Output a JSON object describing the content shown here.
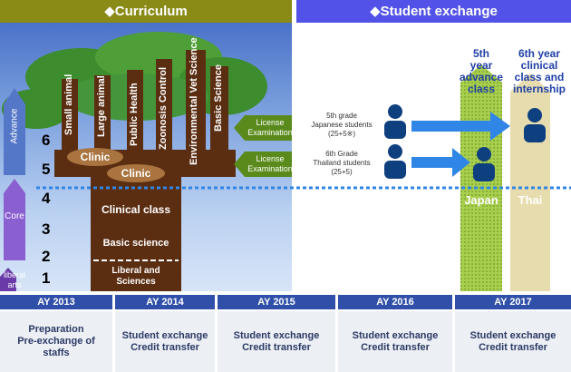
{
  "headers": {
    "curriculum": "◆Curriculum",
    "exchange": "◆Student exchange"
  },
  "grades": [
    "1",
    "2",
    "3",
    "4",
    "5",
    "6"
  ],
  "stages": {
    "advance": "Advance",
    "core": "Core",
    "liberal": "liberal arts"
  },
  "tree": {
    "branches": [
      "Small animal",
      "Large animal",
      "Public Health",
      "Zoonosis Control",
      "Environmental Vet Science",
      "Basic Science"
    ],
    "clinic1": "Clinic",
    "clinic2": "Clinic",
    "trunk": [
      "Clinical class",
      "Basic science",
      "Liberal and Sciences"
    ]
  },
  "license": {
    "upper": "License Examination",
    "lower": "License Examination"
  },
  "students": {
    "japan": [
      "5th grade",
      "Japanese students",
      "(25+5※)"
    ],
    "thailand": [
      "6th Grade",
      "Thailand students",
      "(25+5)"
    ]
  },
  "columns": {
    "japan_title": [
      "5th",
      "year",
      "advance",
      "class"
    ],
    "thai_title": [
      "6th year",
      "clinical",
      "class and",
      "internship"
    ],
    "japan": "Japan",
    "thai": "Thai"
  },
  "years": [
    "AY 2013",
    "AY 2014",
    "AY 2015",
    "AY 2016",
    "AY 2017"
  ],
  "descriptions": [
    [
      "Preparation",
      "Pre-exchange of",
      "staffs"
    ],
    [
      "Student exchange",
      "Credit transfer"
    ],
    [
      "Student exchange",
      "Credit transfer"
    ],
    [
      "Student exchange",
      "Credit transfer"
    ],
    [
      "Student exchange",
      "Credit transfer"
    ]
  ],
  "colors": {
    "curriculum": "#8a8a17",
    "exchange": "#5252e8",
    "trunk": "#5b2e12",
    "foliage": "#3d8c2e",
    "arrow": "#2f86e6",
    "license": "#5a8a1c"
  }
}
